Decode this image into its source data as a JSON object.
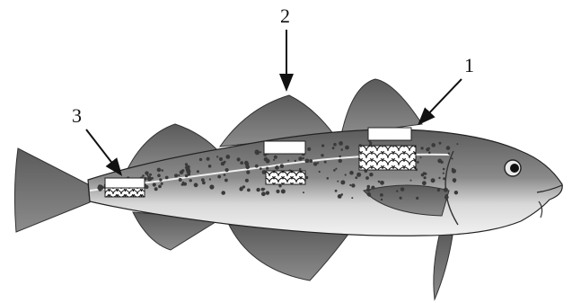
{
  "callouts": [
    {
      "number": "1",
      "target": "scale-sample-1-large-scales"
    },
    {
      "number": "2",
      "target": "scale-sample-2-medium-scales"
    },
    {
      "number": "3",
      "target": "scale-sample-3-small-scales"
    }
  ],
  "colors": {
    "fish_back": "#6b6b6b",
    "fish_belly": "#eeeeee",
    "fin": "#7a7a7a",
    "lateral_line": "#f0f0f0",
    "spots": "#3a3a3a",
    "outline": "#222222",
    "label_box": "#ffffff"
  }
}
